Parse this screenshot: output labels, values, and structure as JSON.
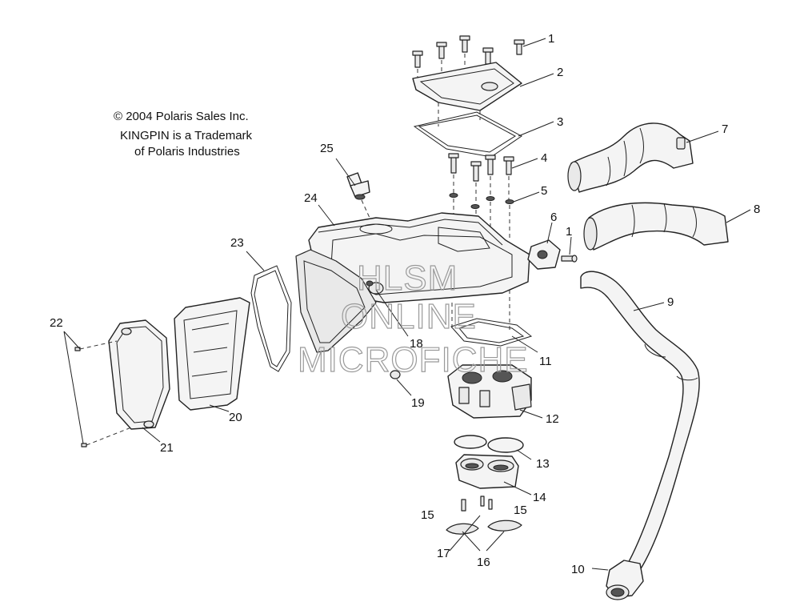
{
  "copyright": {
    "line1": "© 2004 Polaris Sales Inc.",
    "line2": "KINGPIN is a Trademark",
    "line3": "of Polaris Industries"
  },
  "watermark": {
    "line1": "HLSM",
    "line2": "ONLINE",
    "line3": "MICROFICHE"
  },
  "callouts": {
    "c1a": "1",
    "c1b": "1",
    "c2": "2",
    "c3": "3",
    "c4": "4",
    "c5": "5",
    "c6": "6",
    "c7": "7",
    "c8": "8",
    "c9": "9",
    "c10": "10",
    "c11": "11",
    "c12": "12",
    "c13": "13",
    "c14": "14",
    "c15a": "15",
    "c15b": "15",
    "c16": "16",
    "c17": "17",
    "c18": "18",
    "c19": "19",
    "c20": "20",
    "c21": "21",
    "c22": "22",
    "c23": "23",
    "c24": "24",
    "c25": "25"
  }
}
